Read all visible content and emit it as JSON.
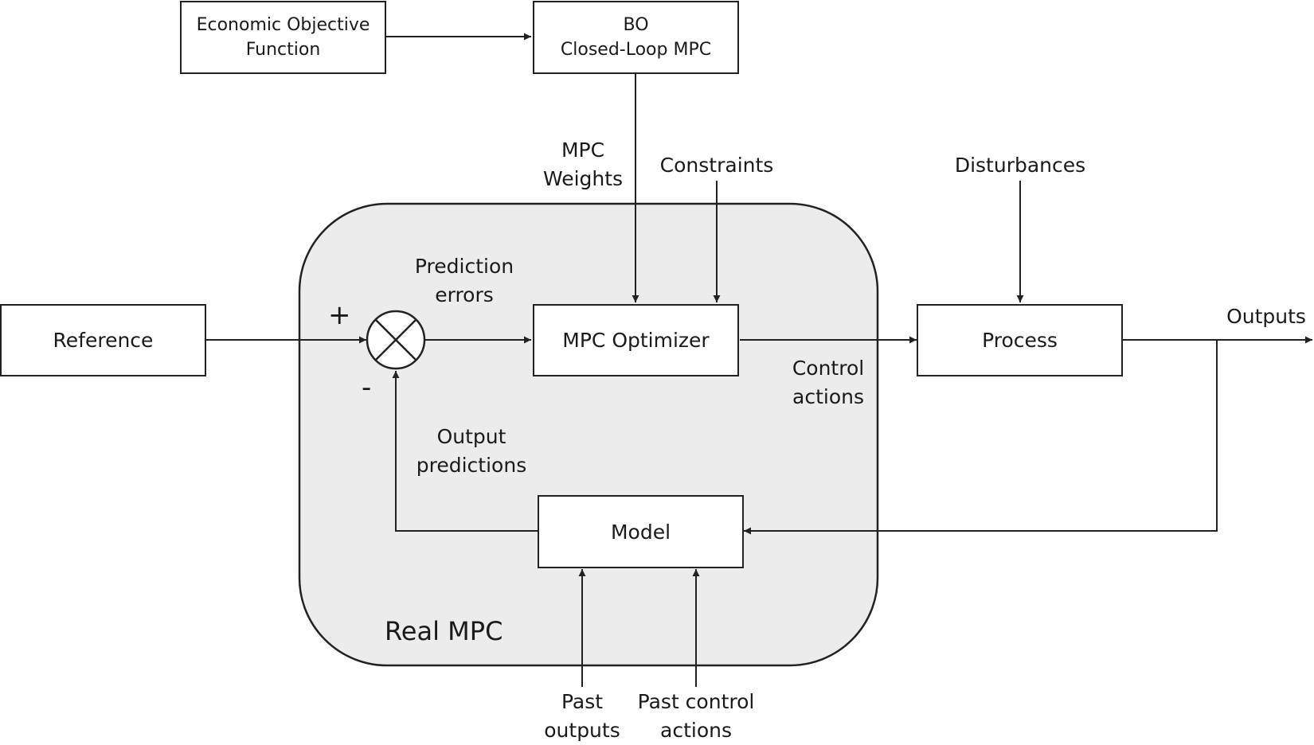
{
  "blocks": {
    "economic_objective": [
      "Economic Objective",
      "Function"
    ],
    "bo_mpc": [
      "BO",
      "Closed-Loop MPC"
    ],
    "reference": "Reference",
    "mpc_optimizer": "MPC Optimizer",
    "process": "Process",
    "model": "Model"
  },
  "region": {
    "title": "Real MPC",
    "fill": "#ececec"
  },
  "signals": {
    "mpc_weights": [
      "MPC",
      "Weights"
    ],
    "constraints": "Constraints",
    "disturbances": "Disturbances",
    "prediction_errors": [
      "Prediction",
      "errors"
    ],
    "control_actions": [
      "Control",
      "actions"
    ],
    "outputs": "Outputs",
    "output_predictions": [
      "Output",
      "predictions"
    ],
    "past_outputs": [
      "Past",
      "outputs"
    ],
    "past_control_actions": [
      "Past control",
      "actions"
    ]
  },
  "summing_junction": {
    "plus": "+",
    "minus": "-"
  },
  "colors": {
    "line": "#222222",
    "box_fill": "#ffffff"
  }
}
